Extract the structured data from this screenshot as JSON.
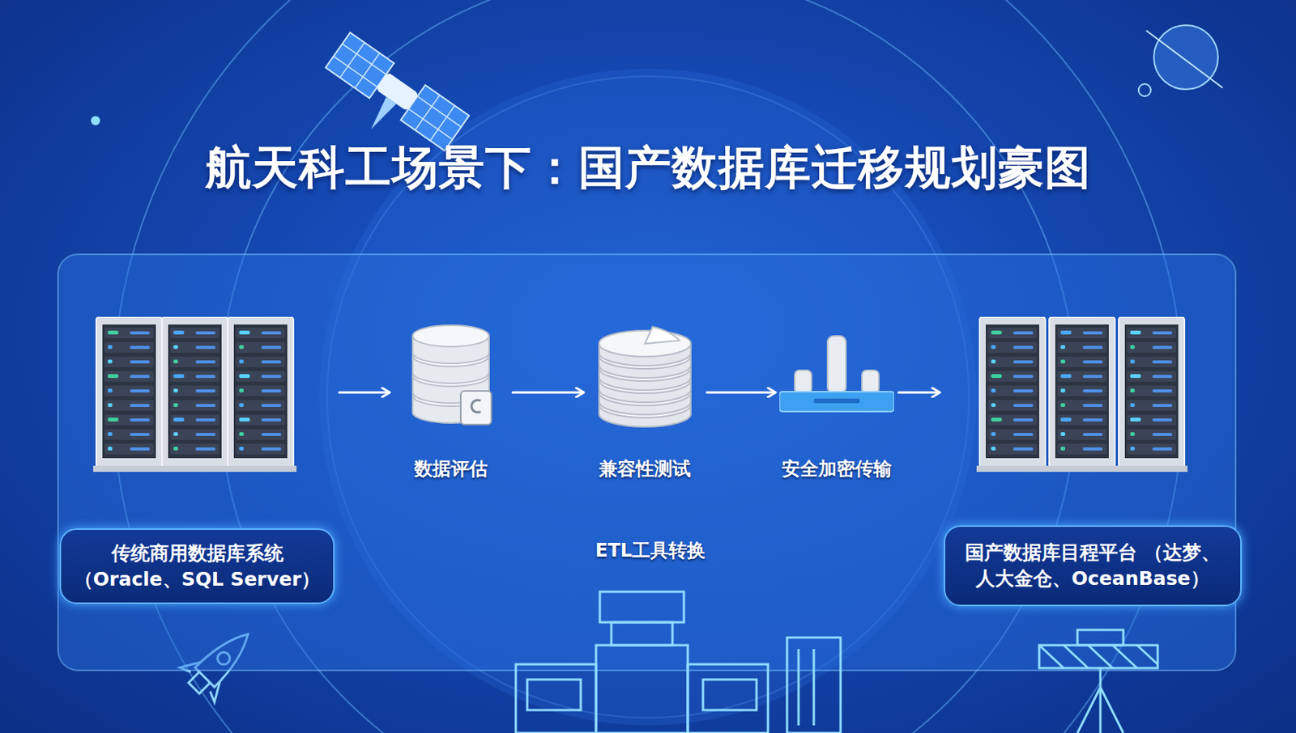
{
  "diagram": {
    "title": "航天科工场景下：国产数据库迁移规划豪图",
    "nodes": [
      {
        "text": [
          "传统商用数据库系统 （Oracle、SQL Server）"
        ]
      },
      {
        "text": [
          "数据评估"
        ]
      },
      {
        "text": [
          "兼容性测试"
        ]
      },
      {
        "text": [
          "安全加密传输"
        ]
      },
      {
        "text": [
          "国产数据库目程平台 （达梦、人大金仓、OceanBase）"
        ]
      }
    ],
    "edges": [
      {
        "from": 0,
        "to": 1,
        "arrow": "to"
      },
      {
        "from": 1,
        "to": 2,
        "arrow": "to"
      },
      {
        "from": 2,
        "to": 3,
        "arrow": "to"
      },
      {
        "from": 3,
        "to": 4,
        "arrow": "to"
      }
    ],
    "labels": [
      "ETL工具转换"
    ]
  }
}
